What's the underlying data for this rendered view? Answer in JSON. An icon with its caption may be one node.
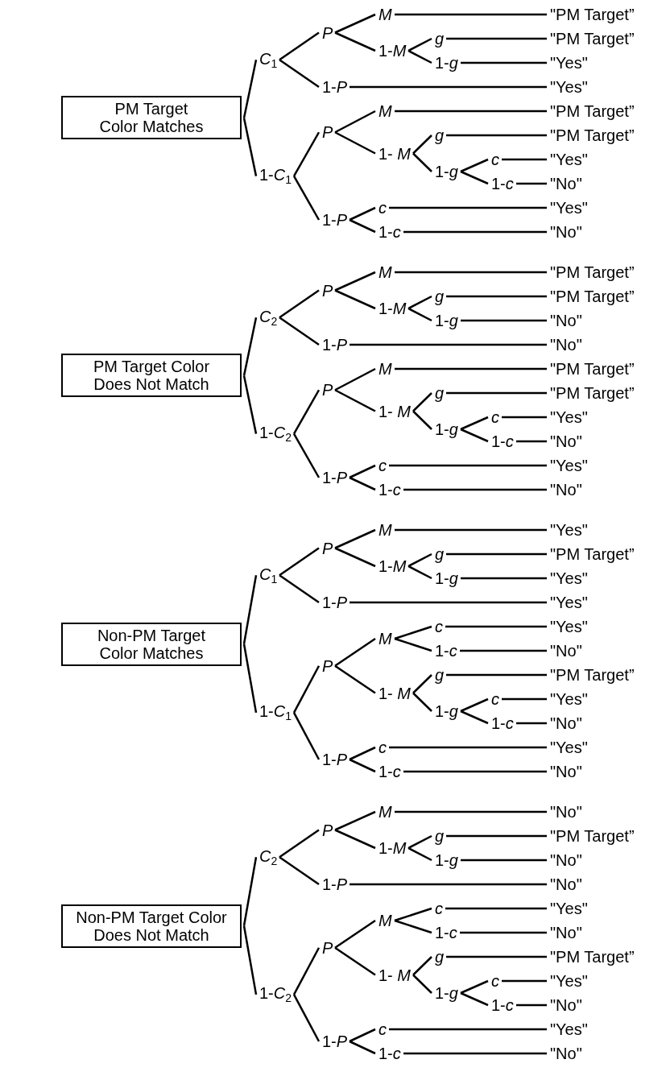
{
  "diagram": {
    "nodes": [
      {
        "text": [
          "PM Target Color Matches"
        ]
      },
      {
        "text": [
          "*C*$_{1}$"
        ]
      },
      {
        "text": [
          "*P*"
        ]
      },
      {
        "text": [
          "*M*"
        ]
      },
      {
        "text": [
          "\"PM Target”"
        ]
      },
      {
        "text": [
          "1-*M*"
        ]
      },
      {
        "text": [
          "*g*"
        ]
      },
      {
        "text": [
          "\"PM Target”"
        ]
      },
      {
        "text": [
          "1-*g*"
        ]
      },
      {
        "text": [
          "\"Yes\""
        ]
      },
      {
        "text": [
          "1-*P*"
        ]
      },
      {
        "text": [
          "\"Yes\""
        ]
      },
      {
        "text": [
          "1-*C*$_{1}$"
        ]
      },
      {
        "text": [
          "*P*"
        ]
      },
      {
        "text": [
          "*M*"
        ]
      },
      {
        "text": [
          "\"PM Target”"
        ]
      },
      {
        "text": [
          "1- *M*"
        ]
      },
      {
        "text": [
          "*g*"
        ]
      },
      {
        "text": [
          "\"PM Target”"
        ]
      },
      {
        "text": [
          "1-*g*"
        ]
      },
      {
        "text": [
          "*c*"
        ]
      },
      {
        "text": [
          "\"Yes\""
        ]
      },
      {
        "text": [
          "1-*c*"
        ]
      },
      {
        "text": [
          "\"No\""
        ]
      },
      {
        "text": [
          "1-*P*"
        ]
      },
      {
        "text": [
          "*c*"
        ]
      },
      {
        "text": [
          "\"Yes\""
        ]
      },
      {
        "text": [
          "1-*c*"
        ]
      },
      {
        "text": [
          "\"No\""
        ]
      },
      {
        "text": [
          "PM Target Color Does Not Match"
        ]
      },
      {
        "text": [
          "*C*$_{2}$"
        ]
      },
      {
        "text": [
          "*P*"
        ]
      },
      {
        "text": [
          "*M*"
        ]
      },
      {
        "text": [
          "\"PM Target”"
        ]
      },
      {
        "text": [
          "1-*M*"
        ]
      },
      {
        "text": [
          "*g*"
        ]
      },
      {
        "text": [
          "\"PM Target”"
        ]
      },
      {
        "text": [
          "1-*g*"
        ]
      },
      {
        "text": [
          "\"No\""
        ]
      },
      {
        "text": [
          "1-*P*"
        ]
      },
      {
        "text": [
          "\"No\""
        ]
      },
      {
        "text": [
          "1-*C*$_{2}$"
        ]
      },
      {
        "text": [
          "*P*"
        ]
      },
      {
        "text": [
          "*M*"
        ]
      },
      {
        "text": [
          "\"PM Target”"
        ]
      },
      {
        "text": [
          "1- *M*"
        ]
      },
      {
        "text": [
          "*g*"
        ]
      },
      {
        "text": [
          "\"PM Target”"
        ]
      },
      {
        "text": [
          "1-*g*"
        ]
      },
      {
        "text": [
          "*c*"
        ]
      },
      {
        "text": [
          "\"Yes\""
        ]
      },
      {
        "text": [
          "1-*c*"
        ]
      },
      {
        "text": [
          "\"No\""
        ]
      },
      {
        "text": [
          "1-*P*"
        ]
      },
      {
        "text": [
          "*c*"
        ]
      },
      {
        "text": [
          "\"Yes\""
        ]
      },
      {
        "text": [
          "1-*c*"
        ]
      },
      {
        "text": [
          "\"No\""
        ]
      },
      {
        "text": [
          "Non-PM Target Color Matches"
        ]
      },
      {
        "text": [
          "*C*$_{1}$"
        ]
      },
      {
        "text": [
          "*P*"
        ]
      },
      {
        "text": [
          "*M*"
        ]
      },
      {
        "text": [
          "\"Yes\""
        ]
      },
      {
        "text": [
          "1-*M*"
        ]
      },
      {
        "text": [
          "*g*"
        ]
      },
      {
        "text": [
          "\"PM Target”"
        ]
      },
      {
        "text": [
          "1-*g*"
        ]
      },
      {
        "text": [
          "\"Yes\""
        ]
      },
      {
        "text": [
          "1-*P*"
        ]
      },
      {
        "text": [
          "\"Yes\""
        ]
      },
      {
        "text": [
          "1-*C*$_{1}$"
        ]
      },
      {
        "text": [
          "*P*"
        ]
      },
      {
        "text": [
          "*M*"
        ]
      },
      {
        "text": [
          "*c*"
        ]
      },
      {
        "text": [
          "\"Yes\""
        ]
      },
      {
        "text": [
          "1-*c*"
        ]
      },
      {
        "text": [
          "\"No\""
        ]
      },
      {
        "text": [
          "1- *M*"
        ]
      },
      {
        "text": [
          "*g*"
        ]
      },
      {
        "text": [
          "\"PM Target”"
        ]
      },
      {
        "text": [
          "1-*g*"
        ]
      },
      {
        "text": [
          "*c*"
        ]
      },
      {
        "text": [
          "\"Yes\""
        ]
      },
      {
        "text": [
          "1-*c*"
        ]
      },
      {
        "text": [
          "\"No\""
        ]
      },
      {
        "text": [
          "1-*P*"
        ]
      },
      {
        "text": [
          "*c*"
        ]
      },
      {
        "text": [
          "\"Yes\""
        ]
      },
      {
        "text": [
          "1-*c*"
        ]
      },
      {
        "text": [
          "\"No\""
        ]
      },
      {
        "text": [
          "Non-PM Target Color Does Not Match"
        ]
      },
      {
        "text": [
          "*C*$_{2}$"
        ]
      },
      {
        "text": [
          "*P*"
        ]
      },
      {
        "text": [
          "*M*"
        ]
      },
      {
        "text": [
          "\"No\""
        ]
      },
      {
        "text": [
          "1-*M*"
        ]
      },
      {
        "text": [
          "*g*"
        ]
      },
      {
        "text": [
          "\"PM Target”"
        ]
      },
      {
        "text": [
          "1-*g*"
        ]
      },
      {
        "text": [
          "\"No\""
        ]
      },
      {
        "text": [
          "1-*P*"
        ]
      },
      {
        "text": [
          "\"No\""
        ]
      },
      {
        "text": [
          "1-*C*$_{2}$"
        ]
      },
      {
        "text": [
          "*P*"
        ]
      },
      {
        "text": [
          "*M*"
        ]
      },
      {
        "text": [
          "*c*"
        ]
      },
      {
        "text": [
          "\"Yes\""
        ]
      },
      {
        "text": [
          "1-*c*"
        ]
      },
      {
        "text": [
          "\"No\""
        ]
      },
      {
        "text": [
          "1- *M*"
        ]
      },
      {
        "text": [
          "*g*"
        ]
      },
      {
        "text": [
          "\"PM Target”"
        ]
      },
      {
        "text": [
          "1-*g*"
        ]
      },
      {
        "text": [
          "*c*"
        ]
      },
      {
        "text": [
          "\"Yes\""
        ]
      },
      {
        "text": [
          "1-*c*"
        ]
      },
      {
        "text": [
          "\"No\""
        ]
      },
      {
        "text": [
          "1-*P*"
        ]
      },
      {
        "text": [
          "*c*"
        ]
      },
      {
        "text": [
          "\"Yes\""
        ]
      },
      {
        "text": [
          "1-*c*"
        ]
      },
      {
        "text": [
          "\"No\""
        ]
      }
    ],
    "edges": [
      {
        "from": 0,
        "to": 1,
        "arrow": "none"
      },
      {
        "from": 1,
        "to": 2,
        "arrow": "none"
      },
      {
        "from": 2,
        "to": 3,
        "arrow": "none"
      },
      {
        "from": 3,
        "to": 4,
        "arrow": "none"
      },
      {
        "from": 2,
        "to": 5,
        "arrow": "none"
      },
      {
        "from": 5,
        "to": 6,
        "arrow": "none"
      },
      {
        "from": 6,
        "to": 7,
        "arrow": "none"
      },
      {
        "from": 5,
        "to": 8,
        "arrow": "none"
      },
      {
        "from": 8,
        "to": 9,
        "arrow": "none"
      },
      {
        "from": 1,
        "to": 10,
        "arrow": "none"
      },
      {
        "from": 10,
        "to": 11,
        "arrow": "none"
      },
      {
        "from": 0,
        "to": 12,
        "arrow": "none"
      },
      {
        "from": 12,
        "to": 13,
        "arrow": "none"
      },
      {
        "from": 13,
        "to": 14,
        "arrow": "none"
      },
      {
        "from": 14,
        "to": 15,
        "arrow": "none"
      },
      {
        "from": 13,
        "to": 16,
        "arrow": "none"
      },
      {
        "from": 16,
        "to": 17,
        "arrow": "none"
      },
      {
        "from": 17,
        "to": 18,
        "arrow": "none"
      },
      {
        "from": 16,
        "to": 19,
        "arrow": "none"
      },
      {
        "from": 19,
        "to": 20,
        "arrow": "none"
      },
      {
        "from": 20,
        "to": 21,
        "arrow": "none"
      },
      {
        "from": 19,
        "to": 22,
        "arrow": "none"
      },
      {
        "from": 22,
        "to": 23,
        "arrow": "none"
      },
      {
        "from": 12,
        "to": 24,
        "arrow": "none"
      },
      {
        "from": 24,
        "to": 25,
        "arrow": "none"
      },
      {
        "from": 25,
        "to": 26,
        "arrow": "none"
      },
      {
        "from": 24,
        "to": 27,
        "arrow": "none"
      },
      {
        "from": 27,
        "to": 28,
        "arrow": "none"
      },
      {
        "from": 29,
        "to": 30,
        "arrow": "none"
      },
      {
        "from": 30,
        "to": 31,
        "arrow": "none"
      },
      {
        "from": 31,
        "to": 32,
        "arrow": "none"
      },
      {
        "from": 32,
        "to": 33,
        "arrow": "none"
      },
      {
        "from": 31,
        "to": 34,
        "arrow": "none"
      },
      {
        "from": 34,
        "to": 35,
        "arrow": "none"
      },
      {
        "from": 35,
        "to": 36,
        "arrow": "none"
      },
      {
        "from": 34,
        "to": 37,
        "arrow": "none"
      },
      {
        "from": 37,
        "to": 38,
        "arrow": "none"
      },
      {
        "from": 30,
        "to": 39,
        "arrow": "none"
      },
      {
        "from": 39,
        "to": 40,
        "arrow": "none"
      },
      {
        "from": 29,
        "to": 41,
        "arrow": "none"
      },
      {
        "from": 41,
        "to": 42,
        "arrow": "none"
      },
      {
        "from": 42,
        "to": 43,
        "arrow": "none"
      },
      {
        "from": 43,
        "to": 44,
        "arrow": "none"
      },
      {
        "from": 42,
        "to": 45,
        "arrow": "none"
      },
      {
        "from": 45,
        "to": 46,
        "arrow": "none"
      },
      {
        "from": 46,
        "to": 47,
        "arrow": "none"
      },
      {
        "from": 45,
        "to": 48,
        "arrow": "none"
      },
      {
        "from": 48,
        "to": 49,
        "arrow": "none"
      },
      {
        "from": 49,
        "to": 50,
        "arrow": "none"
      },
      {
        "from": 48,
        "to": 51,
        "arrow": "none"
      },
      {
        "from": 51,
        "to": 52,
        "arrow": "none"
      },
      {
        "from": 41,
        "to": 53,
        "arrow": "none"
      },
      {
        "from": 53,
        "to": 54,
        "arrow": "none"
      },
      {
        "from": 54,
        "to": 55,
        "arrow": "none"
      },
      {
        "from": 53,
        "to": 56,
        "arrow": "none"
      },
      {
        "from": 56,
        "to": 57,
        "arrow": "none"
      },
      {
        "from": 58,
        "to": 59,
        "arrow": "none"
      },
      {
        "from": 59,
        "to": 60,
        "arrow": "none"
      },
      {
        "from": 60,
        "to": 61,
        "arrow": "none"
      },
      {
        "from": 61,
        "to": 62,
        "arrow": "none"
      },
      {
        "from": 60,
        "to": 63,
        "arrow": "none"
      },
      {
        "from": 63,
        "to": 64,
        "arrow": "none"
      },
      {
        "from": 64,
        "to": 65,
        "arrow": "none"
      },
      {
        "from": 63,
        "to": 66,
        "arrow": "none"
      },
      {
        "from": 66,
        "to": 67,
        "arrow": "none"
      },
      {
        "from": 59,
        "to": 68,
        "arrow": "none"
      },
      {
        "from": 68,
        "to": 69,
        "arrow": "none"
      },
      {
        "from": 58,
        "to": 70,
        "arrow": "none"
      },
      {
        "from": 70,
        "to": 71,
        "arrow": "none"
      },
      {
        "from": 71,
        "to": 72,
        "arrow": "none"
      },
      {
        "from": 72,
        "to": 73,
        "arrow": "none"
      },
      {
        "from": 73,
        "to": 74,
        "arrow": "none"
      },
      {
        "from": 72,
        "to": 75,
        "arrow": "none"
      },
      {
        "from": 75,
        "to": 76,
        "arrow": "none"
      },
      {
        "from": 71,
        "to": 77,
        "arrow": "none"
      },
      {
        "from": 77,
        "to": 78,
        "arrow": "none"
      },
      {
        "from": 78,
        "to": 79,
        "arrow": "none"
      },
      {
        "from": 77,
        "to": 80,
        "arrow": "none"
      },
      {
        "from": 80,
        "to": 81,
        "arrow": "none"
      },
      {
        "from": 81,
        "to": 82,
        "arrow": "none"
      },
      {
        "from": 80,
        "to": 83,
        "arrow": "none"
      },
      {
        "from": 83,
        "to": 84,
        "arrow": "none"
      },
      {
        "from": 70,
        "to": 85,
        "arrow": "none"
      },
      {
        "from": 85,
        "to": 86,
        "arrow": "none"
      },
      {
        "from": 86,
        "to": 87,
        "arrow": "none"
      },
      {
        "from": 85,
        "to": 88,
        "arrow": "none"
      },
      {
        "from": 88,
        "to": 89,
        "arrow": "none"
      },
      {
        "from": 90,
        "to": 91,
        "arrow": "none"
      },
      {
        "from": 91,
        "to": 92,
        "arrow": "none"
      },
      {
        "from": 92,
        "to": 93,
        "arrow": "none"
      },
      {
        "from": 93,
        "to": 94,
        "arrow": "none"
      },
      {
        "from": 92,
        "to": 95,
        "arrow": "none"
      },
      {
        "from": 95,
        "to": 96,
        "arrow": "none"
      },
      {
        "from": 96,
        "to": 97,
        "arrow": "none"
      },
      {
        "from": 95,
        "to": 98,
        "arrow": "none"
      },
      {
        "from": 98,
        "to": 99,
        "arrow": "none"
      },
      {
        "from": 91,
        "to": 100,
        "arrow": "none"
      },
      {
        "from": 100,
        "to": 101,
        "arrow": "none"
      },
      {
        "from": 90,
        "to": 102,
        "arrow": "none"
      },
      {
        "from": 102,
        "to": 103,
        "arrow": "none"
      },
      {
        "from": 103,
        "to": 104,
        "arrow": "none"
      },
      {
        "from": 104,
        "to": 105,
        "arrow": "none"
      },
      {
        "from": 105,
        "to": 106,
        "arrow": "none"
      },
      {
        "from": 104,
        "to": 107,
        "arrow": "none"
      },
      {
        "from": 107,
        "to": 108,
        "arrow": "none"
      },
      {
        "from": 103,
        "to": 109,
        "arrow": "none"
      },
      {
        "from": 109,
        "to": 110,
        "arrow": "none"
      },
      {
        "from": 110,
        "to": 111,
        "arrow": "none"
      },
      {
        "from": 109,
        "to": 112,
        "arrow": "none"
      },
      {
        "from": 112,
        "to": 113,
        "arrow": "none"
      },
      {
        "from": 113,
        "to": 114,
        "arrow": "none"
      },
      {
        "from": 112,
        "to": 115,
        "arrow": "none"
      },
      {
        "from": 115,
        "to": 116,
        "arrow": "none"
      },
      {
        "from": 102,
        "to": 117,
        "arrow": "none"
      },
      {
        "from": 117,
        "to": 118,
        "arrow": "none"
      },
      {
        "from": 118,
        "to": 119,
        "arrow": "none"
      },
      {
        "from": 117,
        "to": 120,
        "arrow": "none"
      },
      {
        "from": 120,
        "to": 121,
        "arrow": "none"
      }
    ]
  }
}
